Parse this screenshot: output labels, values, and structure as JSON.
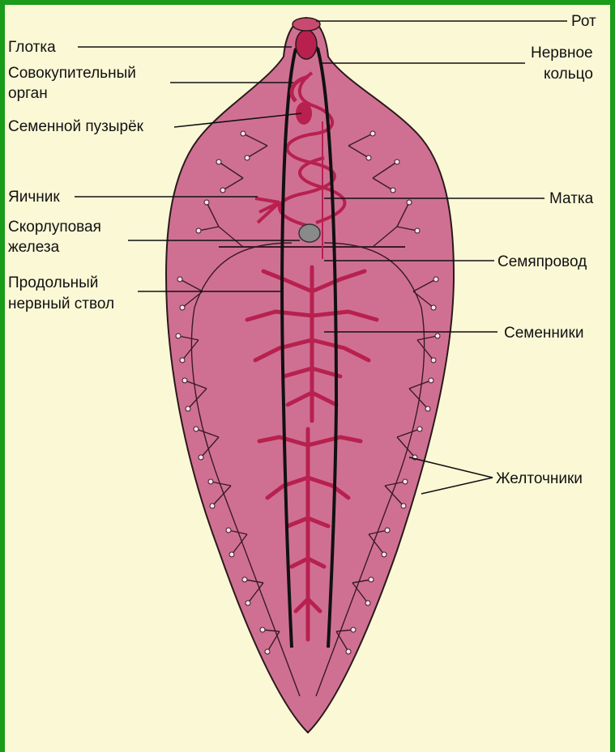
{
  "diagram": {
    "labels_left": {
      "pharynx": "Глотка",
      "copulatory_organ_1": "Совокупительный",
      "copulatory_organ_2": "орган",
      "seminal_vesicle": "Семенной пузырёк",
      "ovary": "Яичник",
      "shell_gland_1": "Скорлуповая",
      "shell_gland_2": "железа",
      "nerve_trunk_1": "Продольный",
      "nerve_trunk_2": "нервный ствол"
    },
    "labels_right": {
      "mouth": "Рот",
      "nerve_ring_1": "Нервное",
      "nerve_ring_2": "кольцо",
      "uterus": "Матка",
      "vas_deferens": "Семяпровод",
      "testes": "Семенники",
      "vitellaria": "Желточники"
    },
    "colors": {
      "border": "#1a9b1a",
      "background": "#fbf8d6",
      "body_fill": "#cf7093",
      "organ": "#b8204f",
      "outline": "#2a1a1a"
    }
  }
}
